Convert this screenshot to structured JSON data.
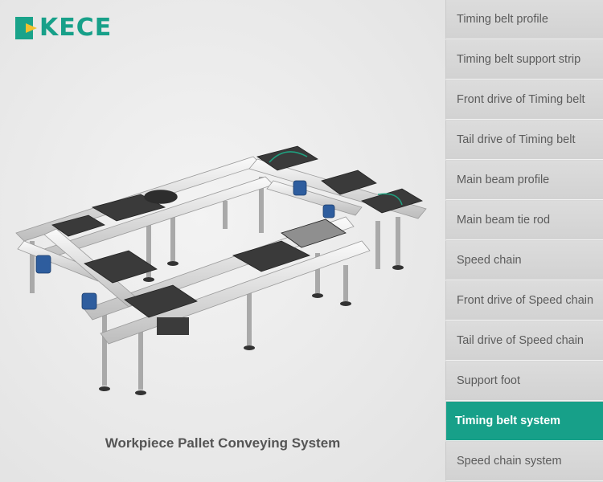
{
  "brand": {
    "name": "KECE",
    "accent": "#17a089",
    "logo_accent": "#f2c12e"
  },
  "caption": "Workpiece Pallet Conveying System",
  "menu": {
    "items": [
      {
        "label": "Timing belt profile",
        "active": false
      },
      {
        "label": "Timing belt support strip",
        "active": false
      },
      {
        "label": "Front drive of Timing belt",
        "active": false
      },
      {
        "label": "Tail drive of Timing belt",
        "active": false
      },
      {
        "label": "Main beam profile",
        "active": false
      },
      {
        "label": "Main beam tie rod",
        "active": false
      },
      {
        "label": "Speed chain",
        "active": false
      },
      {
        "label": "Front drive of Speed chain",
        "active": false
      },
      {
        "label": "Tail drive of Speed chain",
        "active": false
      },
      {
        "label": "Support foot",
        "active": false
      },
      {
        "label": "Timing belt system",
        "active": true
      },
      {
        "label": "Speed chain system",
        "active": false
      }
    ]
  }
}
